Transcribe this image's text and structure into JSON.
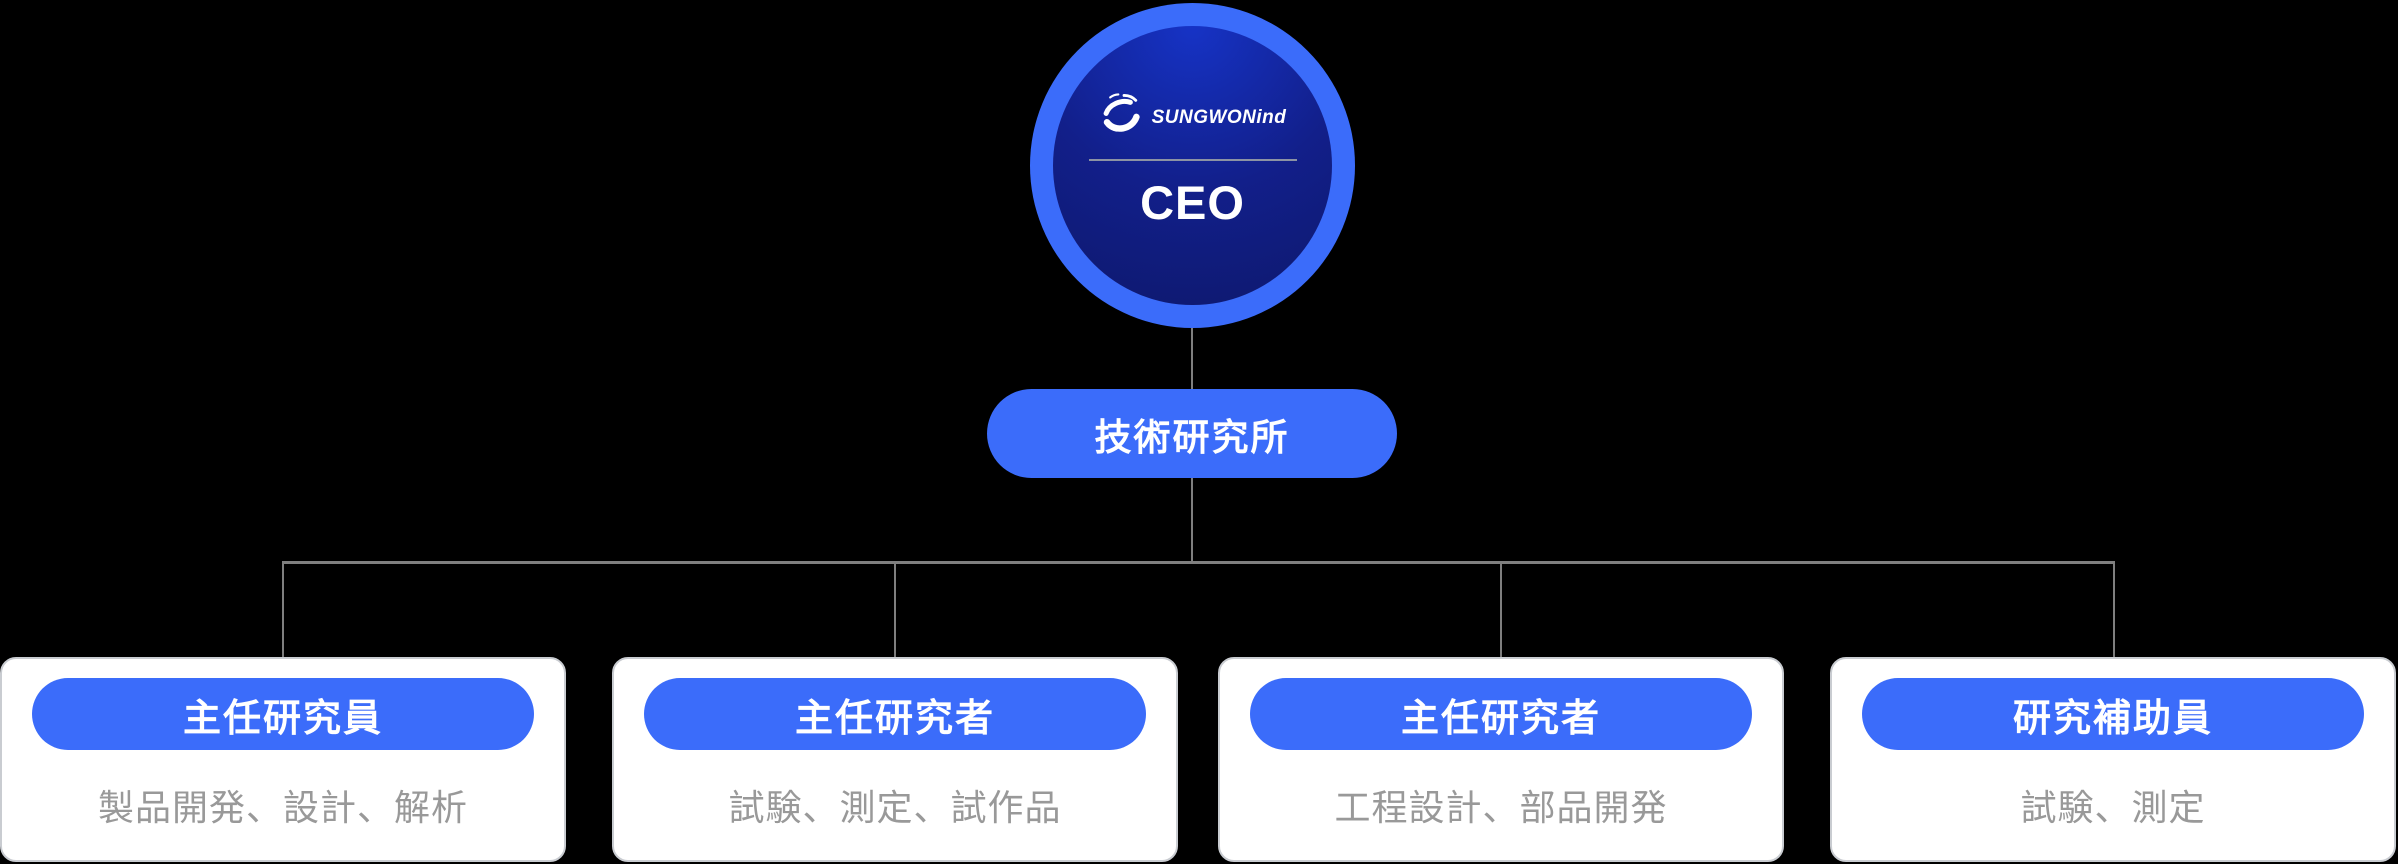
{
  "org_chart": {
    "root": {
      "logo_text": "SUNGWONind",
      "title": "CEO"
    },
    "division": {
      "label": "技術研究所"
    },
    "departments": [
      {
        "title": "主任研究員",
        "description": "製品開発、設計、解析"
      },
      {
        "title": "主任研究者",
        "description": "試験、測定、試作品"
      },
      {
        "title": "主任研究者",
        "description": "工程設計、部品開発"
      },
      {
        "title": "研究補助員",
        "description": "試験、測定"
      }
    ]
  },
  "icons": {
    "logo_icon": "sungwon-swoosh-globe-icon"
  },
  "colors": {
    "accent": "#3B6CFA",
    "circle_inner_top": "#1633C6",
    "circle_inner_bottom": "#0C1663",
    "connector_line": "#7F7F7F",
    "card_background": "#FFFFFF",
    "card_border": "#C9CCD1",
    "description_text": "#999999",
    "background": "#000000"
  }
}
